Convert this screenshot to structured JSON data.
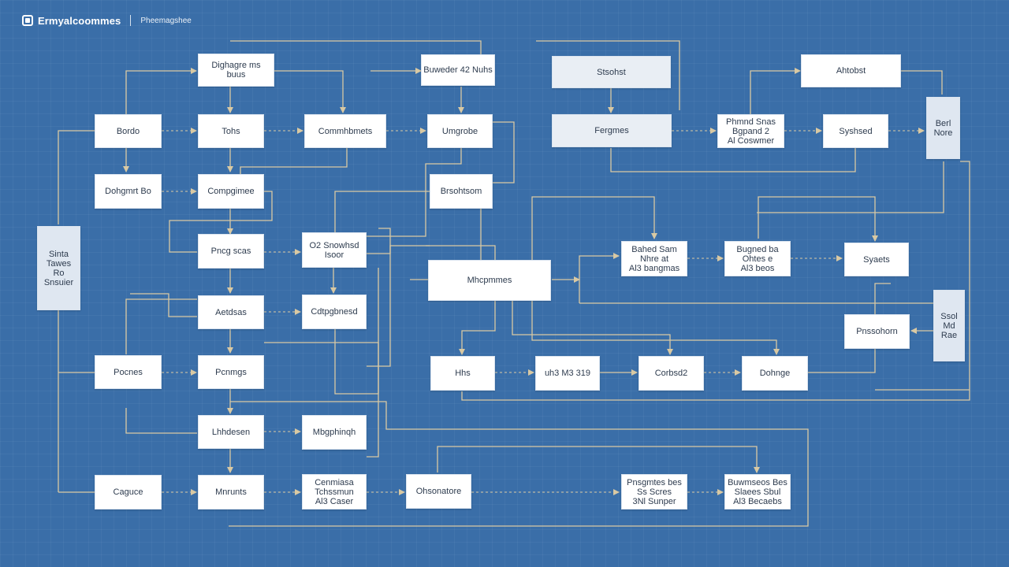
{
  "header": {
    "logo_icon": "diagram-icon",
    "title": "Ermyalcoommes",
    "subtitle": "Pheemagshee"
  },
  "colors": {
    "background": "#3a6ea8",
    "connector": "#d9c9a3",
    "node_fill": "#ffffff"
  },
  "nodes": [
    {
      "id": "n1",
      "label": "Dighagre ms\nbuus"
    },
    {
      "id": "n2",
      "label": "Buweder 42 Nuhs"
    },
    {
      "id": "n3",
      "label": "Stsohst"
    },
    {
      "id": "n4",
      "label": "Ahtobst"
    },
    {
      "id": "n5",
      "label": "Bordo"
    },
    {
      "id": "n6",
      "label": "Tohs"
    },
    {
      "id": "n7",
      "label": "Commhbmets"
    },
    {
      "id": "n8",
      "label": "Umgrobe"
    },
    {
      "id": "n9",
      "label": "Fergmes"
    },
    {
      "id": "n10",
      "label": "Phmnd Snas\nBgpand 2\nAl Coswmer"
    },
    {
      "id": "n11",
      "label": "Syshsed"
    },
    {
      "id": "n12",
      "label": "Berl\nNore"
    },
    {
      "id": "n13",
      "label": "Dohgmrt Bo"
    },
    {
      "id": "n14",
      "label": "Compgimee"
    },
    {
      "id": "n15",
      "label": "Brsohtsom"
    },
    {
      "id": "n16",
      "label": "Sinta\nTawes\nRo\nSnsuier"
    },
    {
      "id": "n17",
      "label": "Pncg scas"
    },
    {
      "id": "n18",
      "label": "O2 Snowhsd\nIsoor"
    },
    {
      "id": "n19",
      "label": "Mhcpmmes"
    },
    {
      "id": "n20",
      "label": "Bahed Sam\nNhre at\nAl3 bangmas"
    },
    {
      "id": "n21",
      "label": "Bugned ba\nOhtes e\nAl3 beos"
    },
    {
      "id": "n22",
      "label": "Syaets"
    },
    {
      "id": "n23",
      "label": "Aetdsas"
    },
    {
      "id": "n24",
      "label": "Cdtpgbnesd"
    },
    {
      "id": "n25",
      "label": "Ssol\nMd\nRae"
    },
    {
      "id": "n26",
      "label": "Pnssohorn"
    },
    {
      "id": "n27",
      "label": "Pocnes"
    },
    {
      "id": "n28",
      "label": "Pcnmgs"
    },
    {
      "id": "n29",
      "label": "Hhs"
    },
    {
      "id": "n30",
      "label": "uh3 M3 319"
    },
    {
      "id": "n31",
      "label": "Corbsd2"
    },
    {
      "id": "n32",
      "label": "Dohnge"
    },
    {
      "id": "n33",
      "label": "Lhhdesen"
    },
    {
      "id": "n34",
      "label": "Mbgphinqh"
    },
    {
      "id": "n35",
      "label": "Caguce"
    },
    {
      "id": "n36",
      "label": "Mnrunts"
    },
    {
      "id": "n37",
      "label": "Cenmiasa\nTchssmun\nAl3 Caser"
    },
    {
      "id": "n38",
      "label": "Ohsonatore"
    },
    {
      "id": "n39",
      "label": "Pnsgmtes bes\nSs Scres\n3Nl Sunper"
    },
    {
      "id": "n40",
      "label": "Buwmseos Bes\nSlaees Sbul\nAl3 Becaebs"
    }
  ]
}
